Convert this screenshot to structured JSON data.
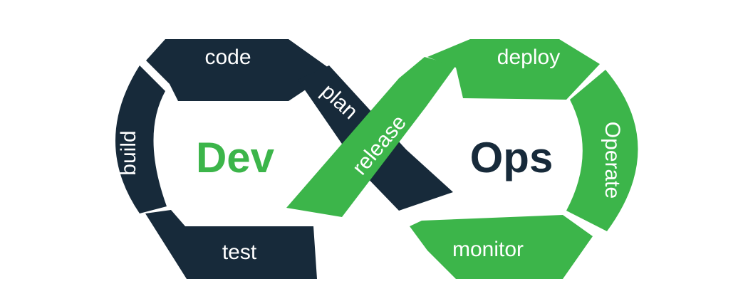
{
  "diagram": {
    "colors": {
      "dark": "#172a3a",
      "green": "#3cb54a",
      "background": "#ffffff"
    },
    "center": {
      "left_word": "Dev",
      "right_word": "Ops"
    },
    "stages": {
      "plan": "plan",
      "code": "code",
      "build": "build",
      "test": "test",
      "release": "release",
      "deploy": "deploy",
      "operate": "Operate",
      "monitor": "monitor"
    }
  }
}
